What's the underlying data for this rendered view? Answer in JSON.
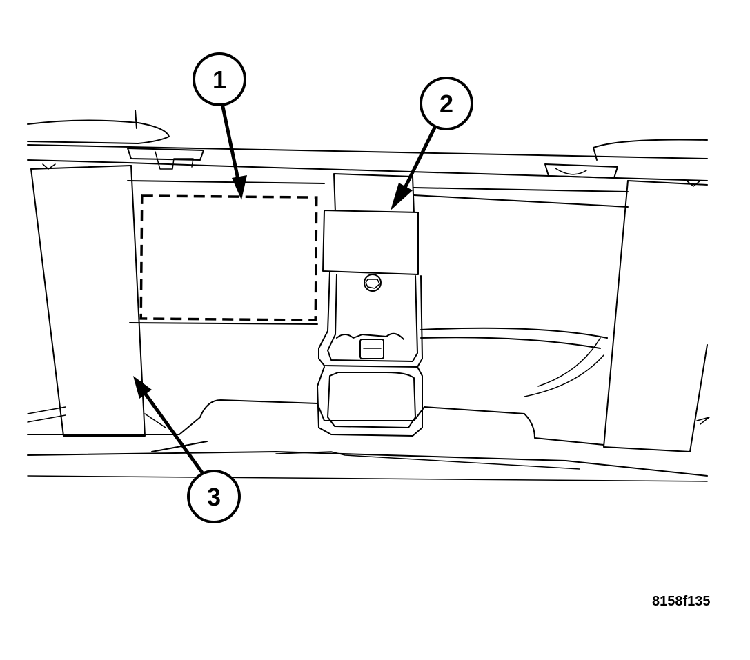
{
  "callouts": [
    {
      "label": "1"
    },
    {
      "label": "2"
    },
    {
      "label": "3"
    }
  ],
  "figure_id": "8158f135"
}
